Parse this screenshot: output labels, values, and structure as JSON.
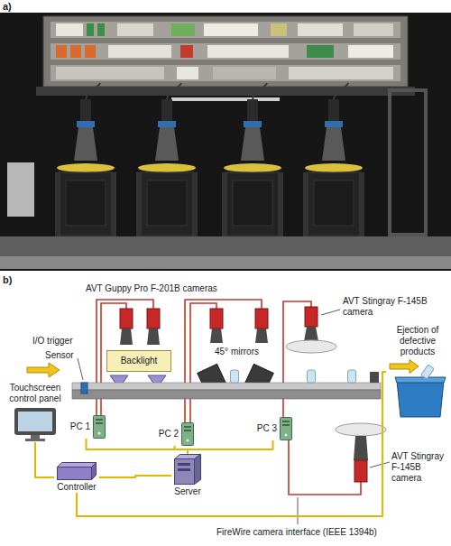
{
  "diagram": {
    "nodes": [
      {
        "text": [
          "Backlight"
        ]
      },
      {
        "text": [
          "Ejection of defective products"
        ]
      },
      {
        "text": [
          "Touchscreen control panel"
        ]
      },
      {
        "text": [
          "PC 1"
        ]
      },
      {
        "text": [
          "PC 2"
        ]
      },
      {
        "text": [
          "PC 3"
        ]
      },
      {
        "text": [
          "Controller"
        ]
      },
      {
        "text": [
          "Server"
        ]
      }
    ],
    "edges": [
      {
        "from": 2,
        "to": 6,
        "arrow": "none"
      },
      {
        "from": 6,
        "to": 7,
        "arrow": "none"
      },
      {
        "from": 7,
        "to": 3,
        "arrow": "none"
      },
      {
        "from": 7,
        "to": 4,
        "arrow": "none"
      },
      {
        "from": 7,
        "to": 5,
        "arrow": "none"
      },
      {
        "from": 6,
        "to": 1,
        "arrow": "none"
      }
    ],
    "labels": [
      "a)",
      "b)",
      "AVT Guppy Pro F-201B cameras",
      "AVT Stingray F-145B camera",
      "I/O trigger",
      "Sensor",
      "45° mirrors",
      "AVT Stingray F-145B camera",
      "FireWire camera interface (IEEE 1394b)"
    ]
  }
}
